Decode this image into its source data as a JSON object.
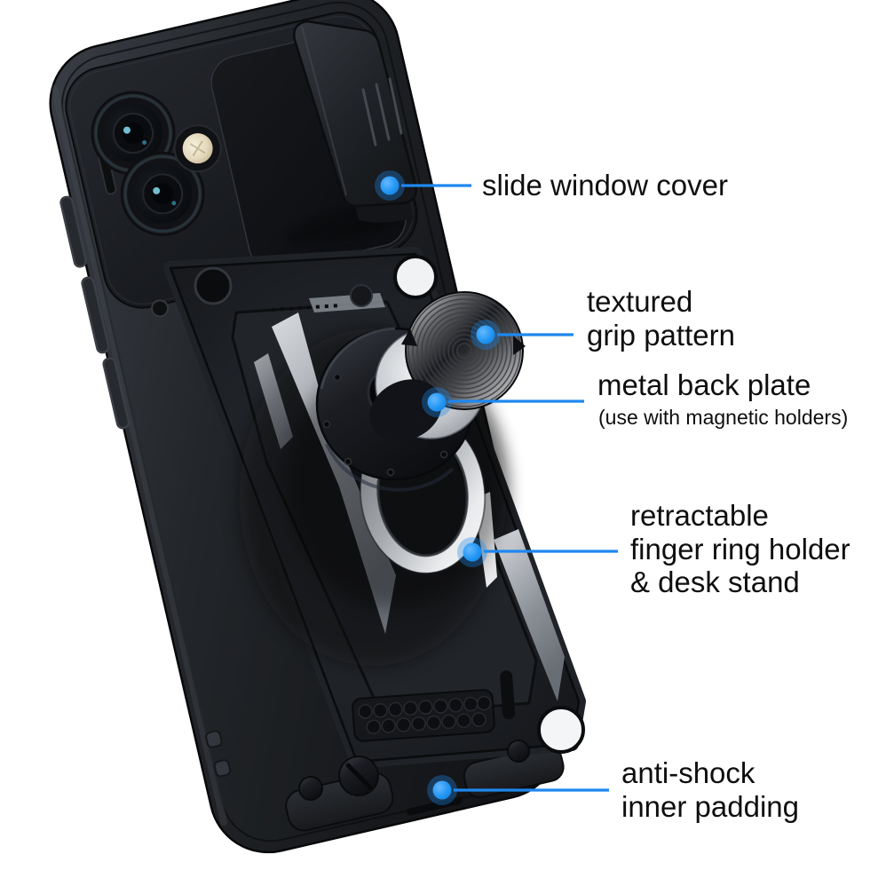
{
  "image_type": "annotated product photo of an armor phone case (back view, tilted)",
  "colors": {
    "accent_blue": "#2196f3",
    "case_black": "#1b1d20",
    "metal_silver": "#c7cad0",
    "ring_silver": "#d8dadd",
    "flash_gold": "#e7dec4",
    "background": "#ffffff",
    "label_text": "#0e0e0e"
  },
  "product_features": [
    "slide camera window cover",
    "textured grip pattern disc",
    "metal back plate for magnetic holders",
    "retractable finger ring holder and desk stand",
    "anti-shock inner padding"
  ],
  "callouts": [
    {
      "id": "slide-window-cover",
      "lines": [
        "slide window cover"
      ]
    },
    {
      "id": "textured-grip-pattern",
      "lines": [
        "textured",
        "grip pattern"
      ]
    },
    {
      "id": "metal-back-plate",
      "lines": [
        "metal back plate"
      ],
      "note": "(use with magnetic holders)"
    },
    {
      "id": "finger-ring-holder",
      "lines": [
        "retractable",
        "finger ring holder",
        "& desk stand"
      ]
    },
    {
      "id": "anti-shock-padding",
      "lines": [
        "anti-shock",
        "inner padding"
      ]
    }
  ]
}
